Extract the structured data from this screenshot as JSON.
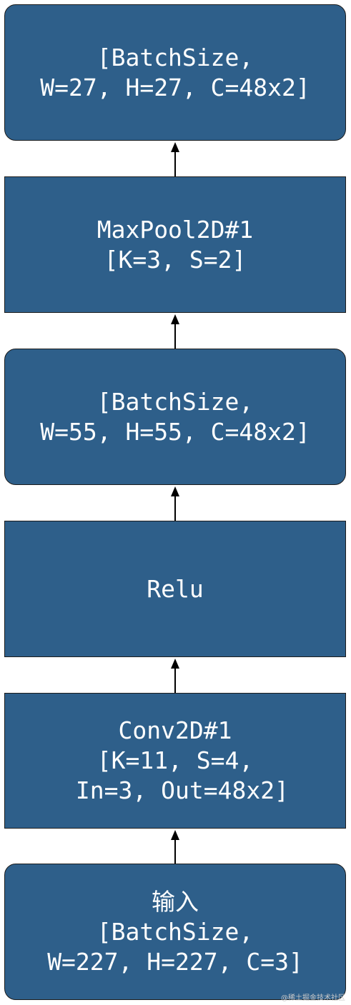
{
  "nodes": {
    "output_shape": {
      "lines": [
        "[BatchSize,",
        "W=27, H=27, C=48x2]"
      ]
    },
    "maxpool": {
      "lines": [
        "MaxPool2D#1",
        "[K=3, S=2]"
      ]
    },
    "relu_shape": {
      "lines": [
        "[BatchSize,",
        "W=55, H=55, C=48x2]"
      ]
    },
    "relu": {
      "lines": [
        "Relu"
      ]
    },
    "conv": {
      "lines": [
        "Conv2D#1",
        "[K=11, S=4,",
        " In=3, Out=48x2]"
      ]
    },
    "input": {
      "lines": [
        "输入",
        "[BatchSize,",
        "W=227, H=227, C=3]"
      ]
    }
  },
  "colors": {
    "node_fill": "#2e5f8a",
    "node_border": "#1c1c1c",
    "text": "#ffffff",
    "arrow": "#000000"
  },
  "watermark": "@稀土掘金技术社区"
}
